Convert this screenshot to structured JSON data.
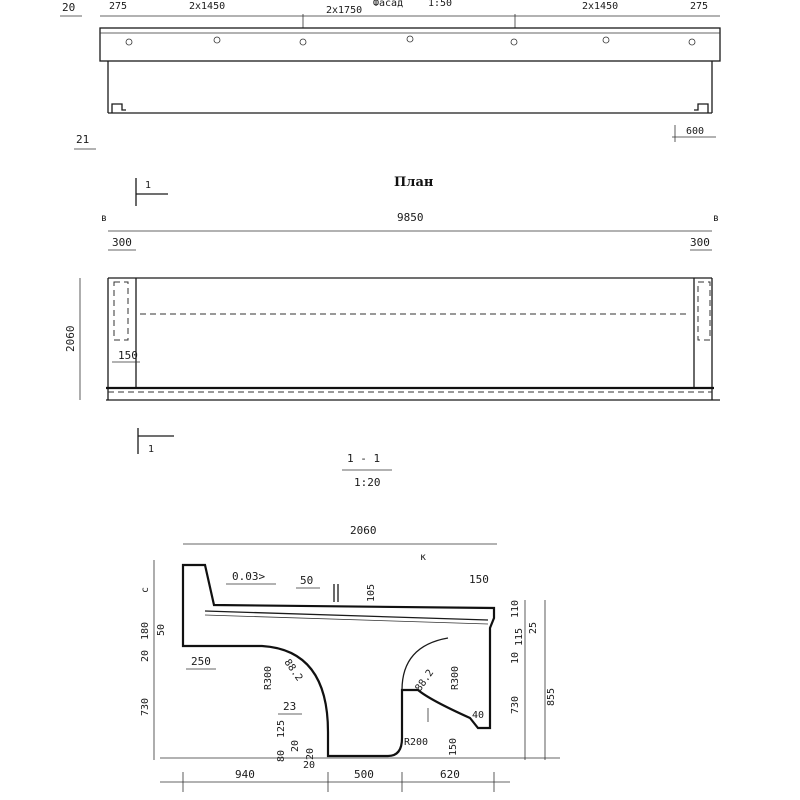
{
  "facade": {
    "label": "Фасад",
    "scale": "1:50",
    "ref_left": "20",
    "dims_top": [
      "275",
      "2x1450",
      "2x1750",
      "2x1450",
      "275"
    ],
    "ref_bottom": "21",
    "dim_600": "600"
  },
  "plan": {
    "title": "План",
    "length": "9850",
    "mark_b": "в",
    "end_left": "300",
    "end_right": "300",
    "width": "2060",
    "inner": "150",
    "section_mark": "1"
  },
  "section": {
    "title": "1 - 1",
    "scale": "1:20",
    "width_top": "2060",
    "mark_k": "к",
    "mark_c": "с",
    "slope": "0.03>",
    "d50": "50",
    "d105": "105",
    "d150_top": "150",
    "d110": "110",
    "d115": "115",
    "d25": "25",
    "d10": "10",
    "left_20": "20",
    "left_180": "180",
    "left_50": "50",
    "left_730": "730",
    "d250": "250",
    "r300_left": "R300",
    "v88_left": "88.2",
    "v88_right": "88.2",
    "r300_right": "R300",
    "d23": "23",
    "d80": "80",
    "d125": "125",
    "d20a": "20",
    "d20b": "20",
    "d20c": "20",
    "d40": "40",
    "r200": "R200",
    "d150_bot": "150",
    "right_730": "730",
    "right_855": "855",
    "bottom_940": "940",
    "bottom_500": "500",
    "bottom_620": "620"
  }
}
